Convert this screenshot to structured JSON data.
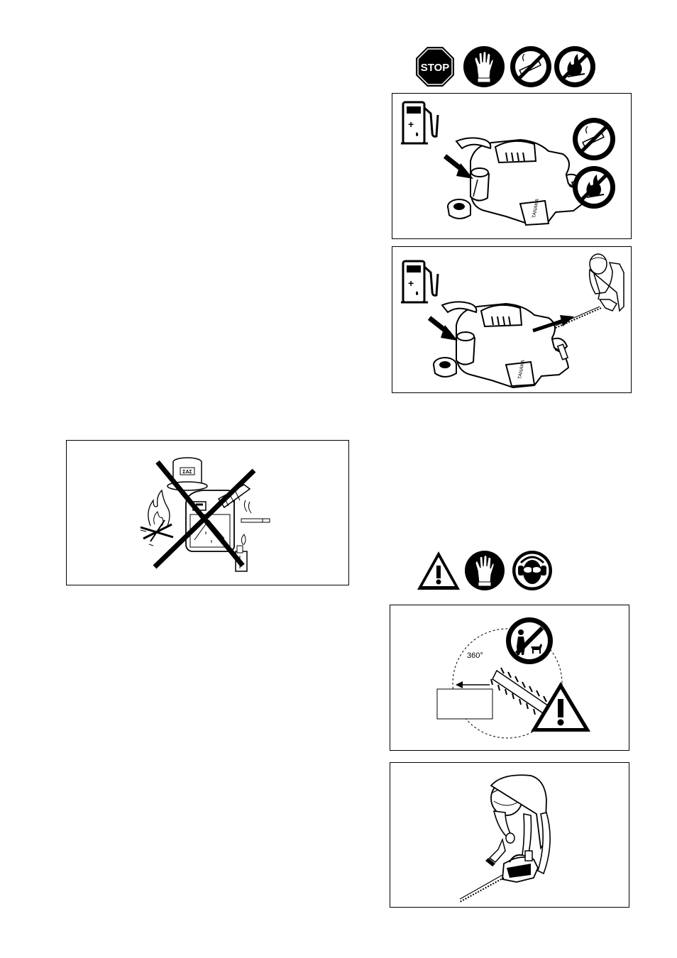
{
  "icons_top": [
    "stop-sign-icon",
    "gloves-icon",
    "no-smoking-icon",
    "no-open-flame-icon"
  ],
  "stop_label": "STOP",
  "fuel_panel_1": {
    "icons": [
      "fuel-pump-icon",
      "no-smoking-icon",
      "no-open-flame-icon"
    ]
  },
  "fuel_panel_2": {
    "icons": [
      "fuel-pump-icon",
      "operator-with-hedge-trimmer"
    ]
  },
  "storage_panel": {
    "icons": [
      "crossed-out-fuel-storage-hazards"
    ],
    "can_label": "ΣΑΣ"
  },
  "icons_mid": [
    "warning-triangle-icon",
    "gloves-icon",
    "eye-ear-protection-icon"
  ],
  "distance_panel": {
    "angle_label": "360°",
    "icons": [
      "no-bystanders-icon",
      "warning-triangle-icon"
    ]
  },
  "operation_panel": {
    "icons": [
      "operator-with-hedge-trimmer"
    ]
  }
}
